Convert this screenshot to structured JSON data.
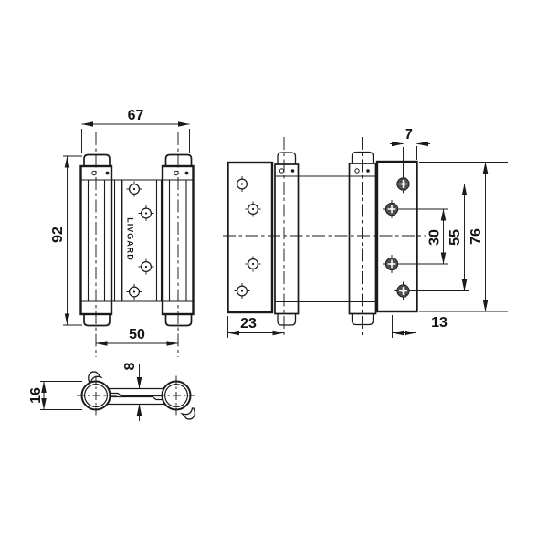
{
  "colors": {
    "line": "#1a1a1a",
    "background": "#ffffff",
    "screw_head_fill": "#4d4d4d"
  },
  "front_view": {
    "overall_width": "67",
    "overall_height": "92",
    "barrel_center_spacing": "50",
    "brand": "LIVGARD"
  },
  "side_view": {
    "left_leaf_width": "23",
    "hole_to_edge_top": "7",
    "plate_height": "76",
    "outer_hole_spacing": "55",
    "inner_hole_spacing": "30",
    "hole_to_edge_bottom": "13"
  },
  "top_view": {
    "barrel_diameter": "16",
    "leaf_stack_thickness": "8"
  }
}
